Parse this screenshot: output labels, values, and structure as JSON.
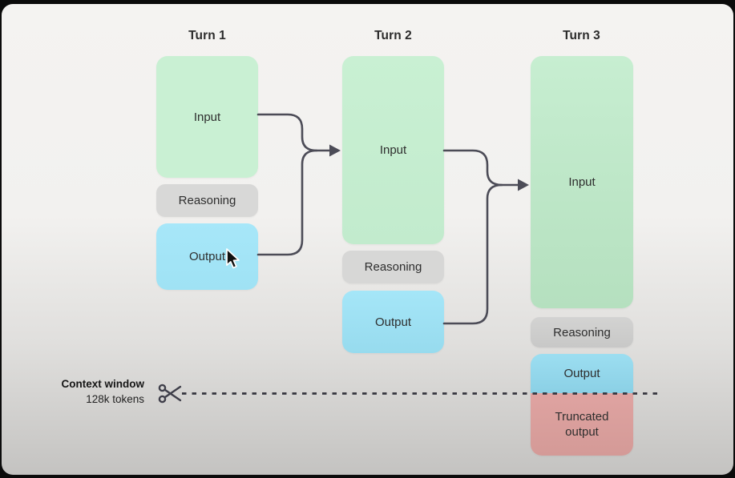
{
  "diagram": {
    "turns": [
      {
        "label": "Turn 1",
        "input": "Input",
        "reasoning": "Reasoning",
        "output": "Output"
      },
      {
        "label": "Turn 2",
        "input": "Input",
        "reasoning": "Reasoning",
        "output": "Output"
      },
      {
        "label": "Turn 3",
        "input": "Input",
        "reasoning": "Reasoning",
        "output": "Output",
        "truncated_output": "Truncated output"
      }
    ],
    "context_window": {
      "label": "Context window",
      "tokens": "128k tokens"
    },
    "icons": {
      "scissors_icon": "✂",
      "cursor_icon": "pointer-arrow"
    },
    "colors": {
      "input": "#c9f0d3",
      "reasoning": "#d8d8d7",
      "output": "#a6e6f8",
      "truncated": "#dfa3a1",
      "arrow": "#4c4c57",
      "cut-line": "#34343e",
      "frame": "#0b0b0b"
    }
  }
}
